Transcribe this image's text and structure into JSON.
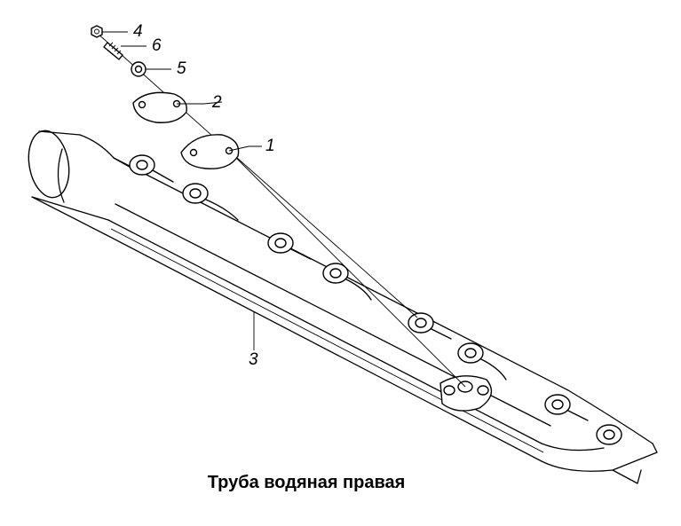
{
  "title": "Труба водяная правая",
  "callouts": [
    {
      "id": "1",
      "label": "1"
    },
    {
      "id": "2",
      "label": "2"
    },
    {
      "id": "3",
      "label": "3"
    },
    {
      "id": "4",
      "label": "4"
    },
    {
      "id": "5",
      "label": "5"
    },
    {
      "id": "6",
      "label": "6"
    }
  ]
}
